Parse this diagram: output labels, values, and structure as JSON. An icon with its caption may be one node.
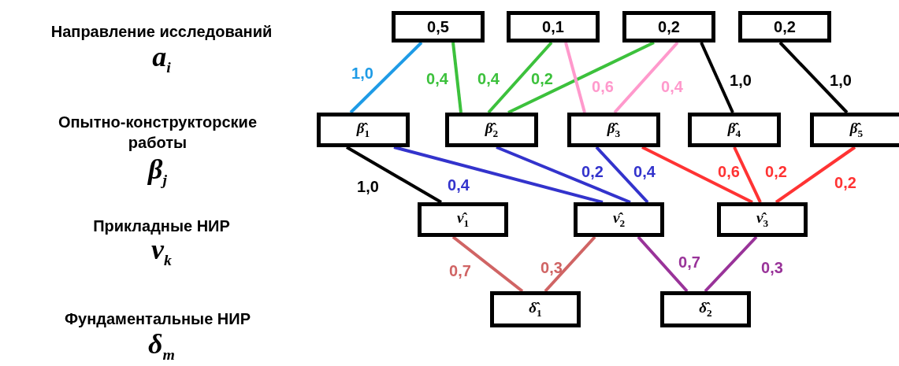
{
  "diagram": {
    "nodes": [
      {
        "text": [
          "0,5"
        ]
      },
      {
        "text": [
          "0,1"
        ]
      },
      {
        "text": [
          "0,2"
        ]
      },
      {
        "text": [
          "0,2"
        ]
      },
      {
        "text": [
          "β̂$_{1}$"
        ]
      },
      {
        "text": [
          "β̂$_{2}$"
        ]
      },
      {
        "text": [
          "β̂$_{3}$"
        ]
      },
      {
        "text": [
          "β̂$_{4}$"
        ]
      },
      {
        "text": [
          "β̂$_{5}$"
        ]
      },
      {
        "text": [
          "ν̂$_{1}$"
        ]
      },
      {
        "text": [
          "ν̂$_{2}$"
        ]
      },
      {
        "text": [
          "ν̂$_{3}$"
        ]
      },
      {
        "text": [
          "δ̂$_{1}$"
        ]
      },
      {
        "text": [
          "δ̂$_{2}$"
        ]
      }
    ],
    "edges": [
      {
        "from": 0,
        "to": 4,
        "arrow": "none",
        "label": "1,0",
        "color": "#1e9be6"
      },
      {
        "from": 0,
        "to": 5,
        "arrow": "none",
        "label": "0,4",
        "color": "#3cc13c"
      },
      {
        "from": 1,
        "to": 5,
        "arrow": "none",
        "label": "0,4",
        "color": "#3cc13c"
      },
      {
        "from": 2,
        "to": 5,
        "arrow": "none",
        "label": "0,2",
        "color": "#3cc13c"
      },
      {
        "from": 1,
        "to": 6,
        "arrow": "none",
        "label": "0,6",
        "color": "#ff99cc"
      },
      {
        "from": 2,
        "to": 6,
        "arrow": "none",
        "label": "0,4",
        "color": "#ff99cc"
      },
      {
        "from": 2,
        "to": 7,
        "arrow": "none",
        "label": "1,0",
        "color": "#000000"
      },
      {
        "from": 3,
        "to": 8,
        "arrow": "none",
        "label": "1,0",
        "color": "#000000"
      },
      {
        "from": 4,
        "to": 9,
        "arrow": "none",
        "label": "1,0",
        "color": "#000000"
      },
      {
        "from": 4,
        "to": 10,
        "arrow": "none",
        "label": "0,4",
        "color": "#3333cc"
      },
      {
        "from": 5,
        "to": 10,
        "arrow": "none",
        "label": "0,2",
        "color": "#3333cc"
      },
      {
        "from": 6,
        "to": 10,
        "arrow": "none",
        "label": "0,4",
        "color": "#3333cc"
      },
      {
        "from": 6,
        "to": 11,
        "arrow": "none",
        "label": "0,6",
        "color": "#ff3333"
      },
      {
        "from": 7,
        "to": 11,
        "arrow": "none",
        "label": "0,2",
        "color": "#ff3333"
      },
      {
        "from": 8,
        "to": 11,
        "arrow": "none",
        "label": "0,2",
        "color": "#ff3333"
      },
      {
        "from": 9,
        "to": 12,
        "arrow": "none",
        "label": "0,7",
        "color": "#d06464"
      },
      {
        "from": 10,
        "to": 12,
        "arrow": "none",
        "label": "0,3",
        "color": "#d06464"
      },
      {
        "from": 10,
        "to": 13,
        "arrow": "none",
        "label": "0,7",
        "color": "#993399"
      },
      {
        "from": 11,
        "to": 13,
        "arrow": "none",
        "label": "0,3",
        "color": "#993399"
      }
    ],
    "labels": [
      "Направление исследований",
      "a$_{i}$",
      "Опытно-конструкторские работы",
      "β$_{j}$",
      "Прикладные НИР",
      "ν$_{k}$",
      "Фундаментальные НИР",
      "δ$_{m}$"
    ]
  }
}
